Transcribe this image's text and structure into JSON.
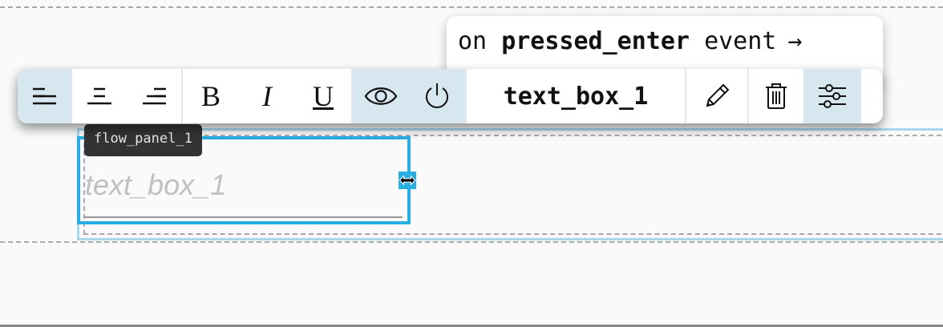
{
  "canvas": {
    "background": "#fafafa",
    "guide_color": "#aaaaaa",
    "selection_color": "#29aee3",
    "container_outline_color": "#a9d6ef"
  },
  "event_popover": {
    "prefix": "on",
    "event_name": "pressed_enter",
    "suffix": "event",
    "arrow_icon": "arrow-right-icon",
    "arrow_glyph": "→"
  },
  "toolbar": {
    "active_bg": "#d7e7ef",
    "align_left": {
      "icon": "align-left-icon",
      "active": true
    },
    "align_center": {
      "icon": "align-center-icon",
      "active": false
    },
    "align_right": {
      "icon": "align-right-icon",
      "active": false
    },
    "bold": {
      "icon": "bold-icon",
      "glyph": "B"
    },
    "italic": {
      "icon": "italic-icon",
      "glyph": "I"
    },
    "underline": {
      "icon": "underline-icon",
      "glyph": "U"
    },
    "visible": {
      "icon": "eye-icon",
      "active": true
    },
    "enabled": {
      "icon": "power-icon",
      "active": true
    },
    "component_name": "text_box_1",
    "edit": {
      "icon": "pencil-icon"
    },
    "delete": {
      "icon": "trash-icon"
    },
    "properties": {
      "icon": "sliders-icon",
      "active": true
    }
  },
  "flow_panel": {
    "label": "flow_panel_1"
  },
  "text_box": {
    "placeholder": "text_box_1",
    "resize_icon": "horizontal-resize-icon"
  }
}
